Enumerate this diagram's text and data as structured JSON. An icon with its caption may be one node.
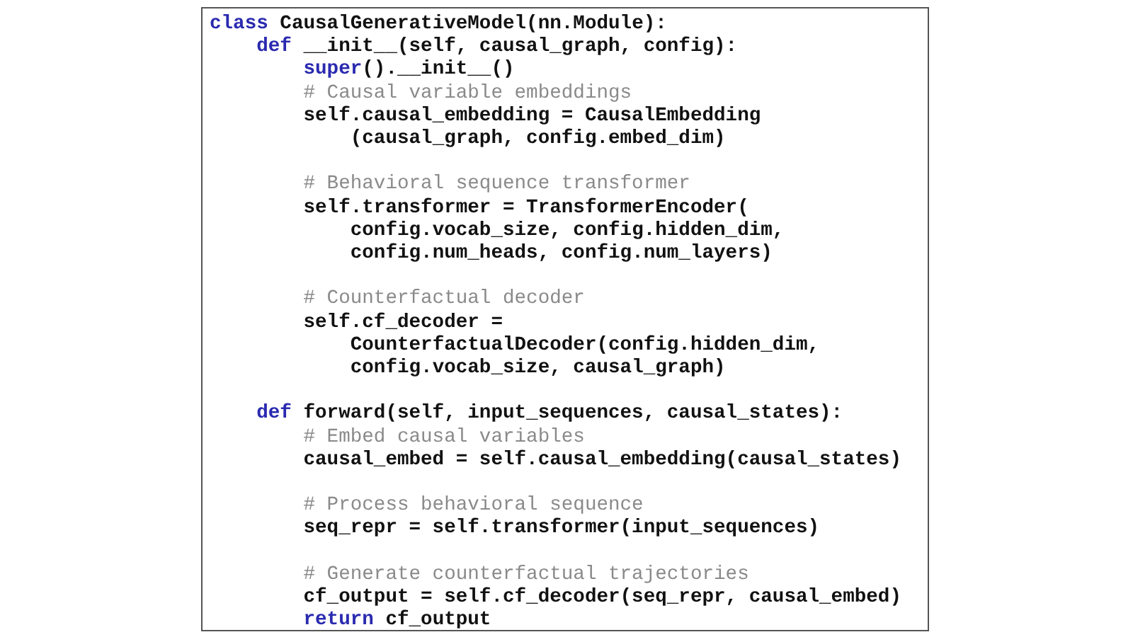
{
  "diagram": {
    "labels": [
      "class CausalGenerativeModel(nn.Module):",
      "def __init__(self, causal_graph, config):",
      "super().__init__()",
      "# Causal variable embeddings",
      "self.causal_embedding = CausalEmbedding",
      "(causal_graph, config.embed_dim)",
      "# Behavioral sequence transformer",
      "self.transformer = TransformerEncoder(",
      "config.vocab_size, config.hidden_dim,",
      "config.num_heads, config.num_layers)",
      "# Counterfactual decoder",
      "self.cf_decoder =",
      "CounterfactualDecoder(config.hidden_dim,",
      "config.vocab_size, causal_graph)",
      "def forward(self, input_sequences, causal_states):",
      "# Embed causal variables",
      "causal_embed = self.causal_embedding(causal_states)",
      "# Process behavioral sequence",
      "seq_repr = self.transformer(input_sequences)",
      "# Generate counterfactual trajectories",
      "cf_output = self.cf_decoder(seq_repr, causal_embed)",
      "return cf_output"
    ]
  }
}
